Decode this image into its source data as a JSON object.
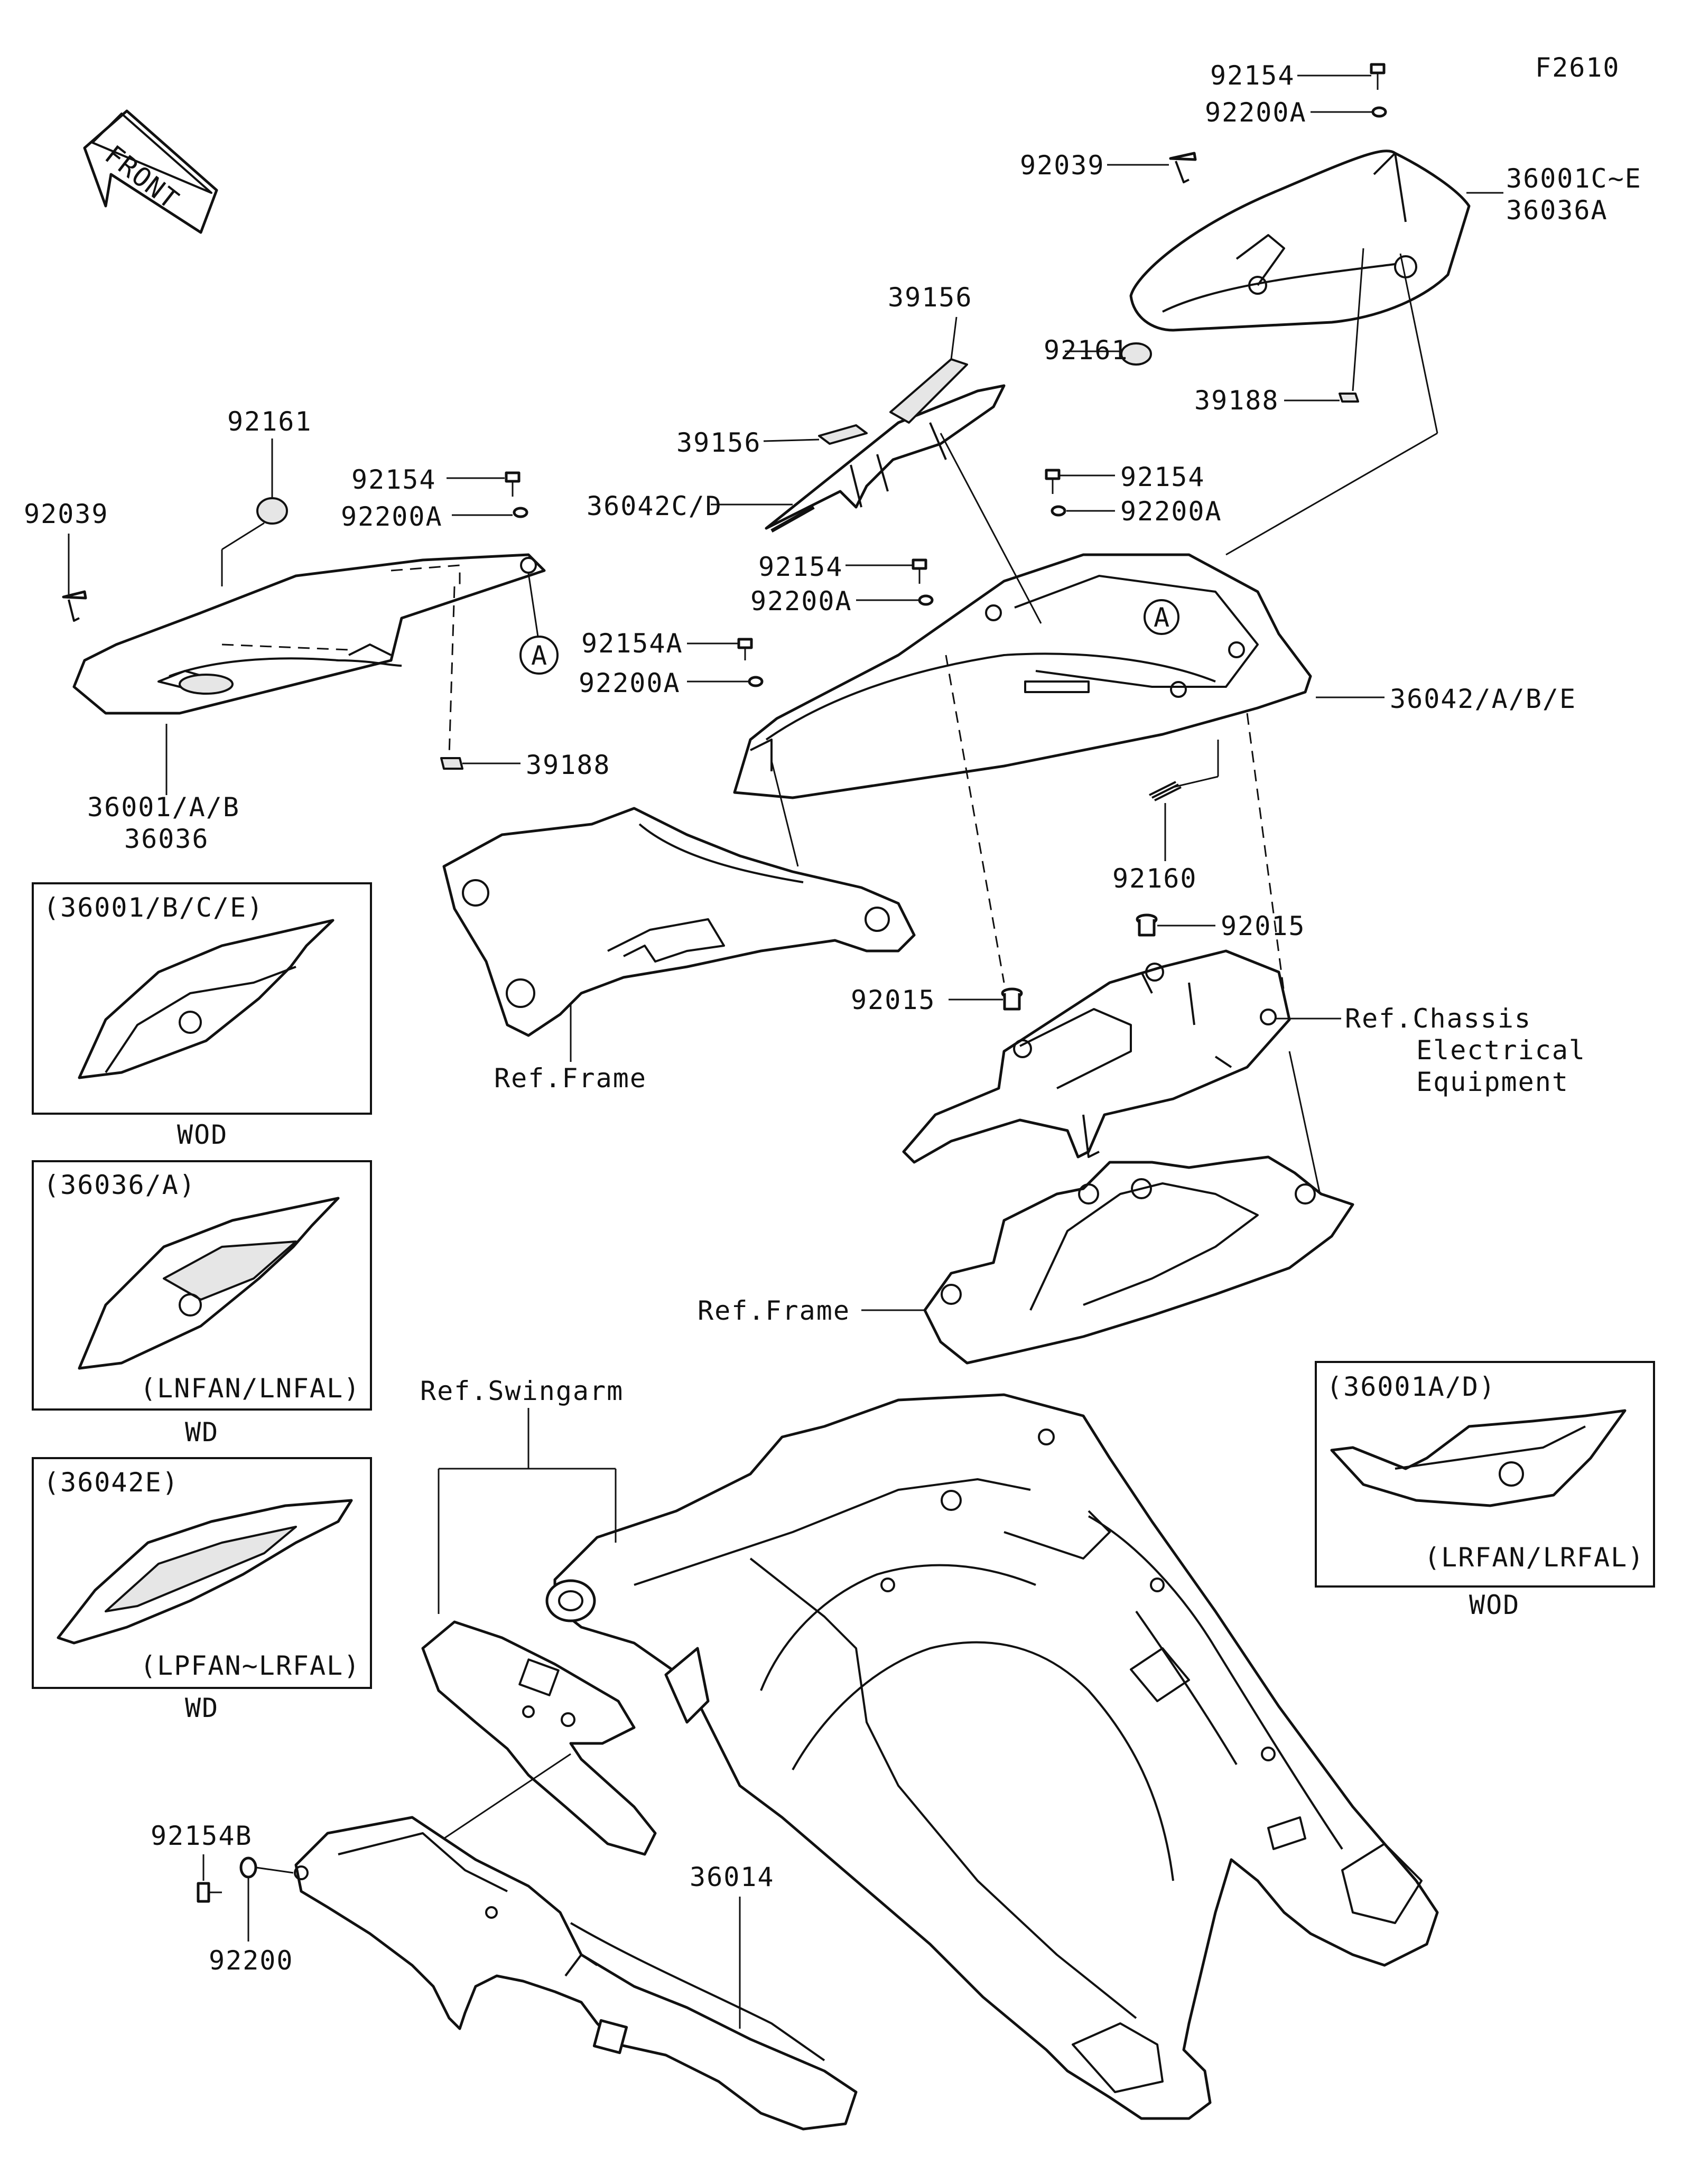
{
  "figure_id": "F2610",
  "front_label": "FRONT",
  "callout_a": "A",
  "labels": {
    "p92154_top": "92154",
    "p92200A_top": "92200A",
    "p92039_right": "92039",
    "p36001C_E": "36001C~E",
    "p36036A": "36036A",
    "p39156_top": "39156",
    "p92161_right": "92161",
    "p39188_right": "39188",
    "p39156_left": "39156",
    "p36042C_D": "36042C/D",
    "p92154_mid_r": "92154",
    "p92200A_mid_r": "92200A",
    "p92154_mid_c": "92154",
    "p92200A_mid_c": "92200A",
    "p92154A": "92154A",
    "p92200A_mid_l": "92200A",
    "p36042ABE": "36042/A/B/E",
    "p92161_left": "92161",
    "p92154_left": "92154",
    "p92200A_left": "92200A",
    "p92039_left": "92039",
    "p39188_left": "39188",
    "p36001AB": "36001/A/B",
    "p36036": "36036",
    "p92160": "92160",
    "p92015_right": "92015",
    "p92015_left": "92015",
    "ref_frame_upper": "Ref.Frame",
    "ref_chassis_1": "Ref.Chassis",
    "ref_chassis_2": "Electrical",
    "ref_chassis_3": "Equipment",
    "ref_frame_lower": "Ref.Frame",
    "ref_swingarm": "Ref.Swingarm",
    "p92154B": "92154B",
    "p92200": "92200",
    "p36014": "36014"
  },
  "variant_boxes": [
    {
      "title": "(36001/B/C/E)",
      "note": "",
      "caption": "WOD"
    },
    {
      "title": "(36036/A)",
      "note": "(LNFAN/LNFAL)",
      "caption": "WD"
    },
    {
      "title": "(36042E)",
      "note": "(LPFAN~LRFAL)",
      "caption": "WD"
    },
    {
      "title": "(36001A/D)",
      "note": "(LRFAN/LRFAL)",
      "caption": "WOD"
    }
  ]
}
